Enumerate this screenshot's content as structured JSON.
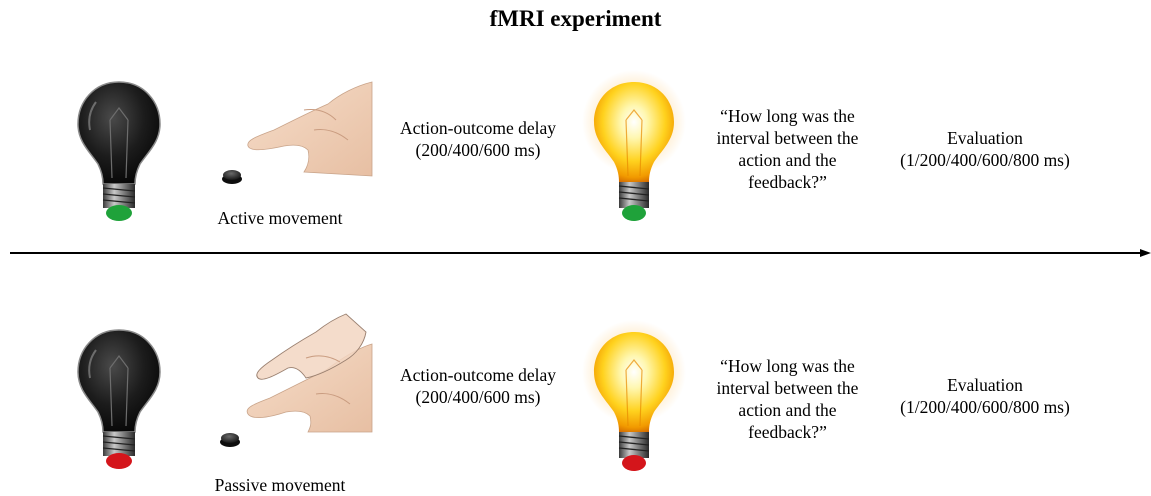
{
  "title": "fMRI experiment",
  "rows": [
    {
      "base_color": "#1fa23a",
      "movement_label": "Active movement",
      "delay_text": "Action-outcome delay\n(200/400/600 ms)",
      "question_text": "“How long was the\ninterval between the\naction and the\nfeedback?”",
      "evaluation_text": "Evaluation\n(1/200/400/600/800 ms)"
    },
    {
      "base_color": "#d4151b",
      "movement_label": "Passive movement",
      "delay_text": "Action-outcome delay\n(200/400/600 ms)",
      "question_text": "“How long was the\ninterval between the\naction and the\nfeedback?”",
      "evaluation_text": "Evaluation\n(1/200/400/600/800 ms)"
    }
  ]
}
